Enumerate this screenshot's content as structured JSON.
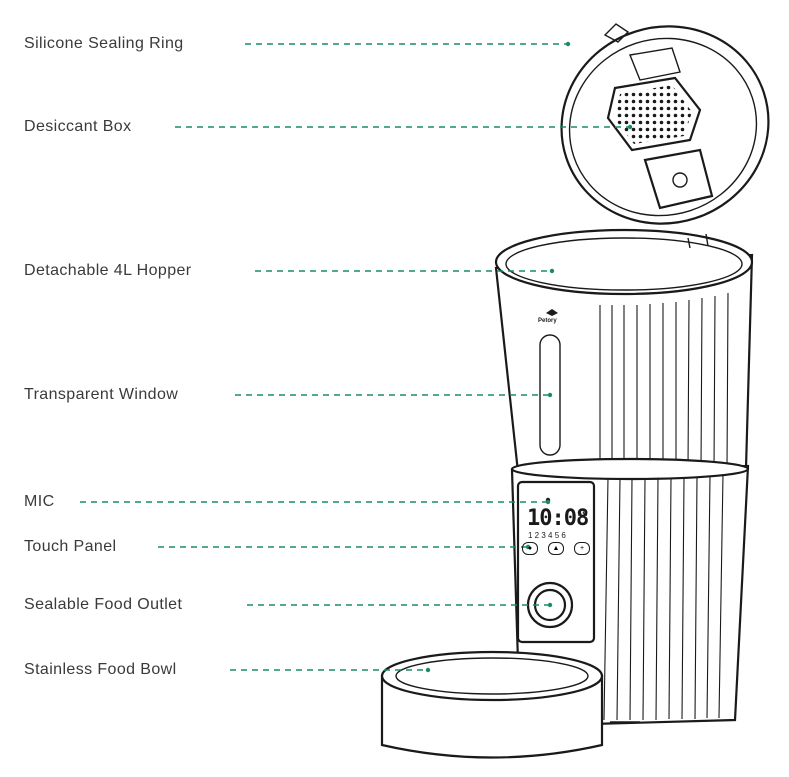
{
  "colors": {
    "leader": "#1b8a6b",
    "outline": "#1a1a1a",
    "text": "#3a3a3a"
  },
  "labels": [
    {
      "id": "sealing-ring",
      "text": "Silicone Sealing Ring"
    },
    {
      "id": "desiccant-box",
      "text": "Desiccant Box"
    },
    {
      "id": "hopper",
      "text": "Detachable 4L Hopper"
    },
    {
      "id": "window",
      "text": "Transparent Window"
    },
    {
      "id": "mic",
      "text": "MIC"
    },
    {
      "id": "touch-panel",
      "text": "Touch Panel"
    },
    {
      "id": "food-outlet",
      "text": "Sealable Food Outlet"
    },
    {
      "id": "food-bowl",
      "text": "Stainless Food Bowl"
    }
  ],
  "device": {
    "brand": "Petory",
    "clock": "10:08",
    "am_pm": "AM",
    "digits": "1 2 3 4 5 6",
    "record_icon": "mic-record-icon",
    "meal_icon": "meal-portion-icon",
    "lock_icon": "lock-icon",
    "plus_icon": "plus-icon"
  }
}
